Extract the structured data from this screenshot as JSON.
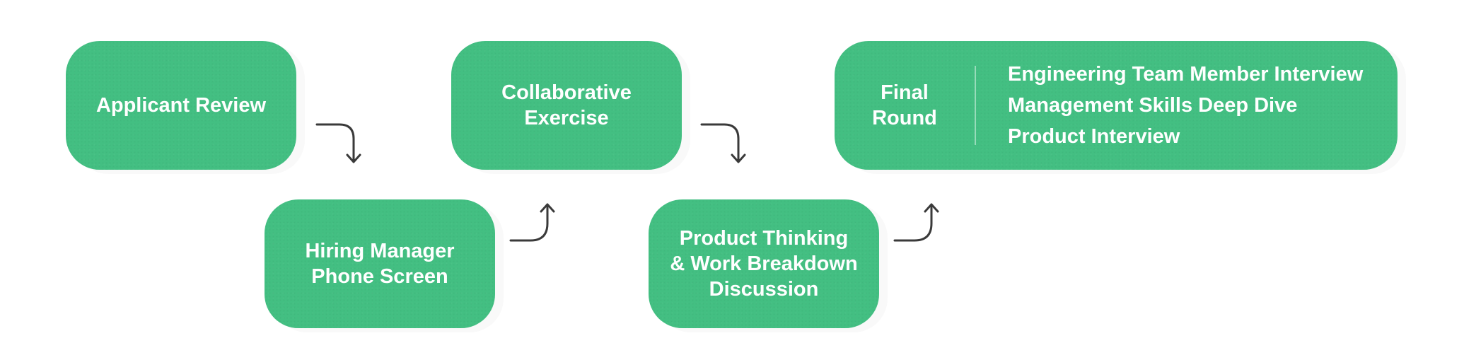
{
  "steps": {
    "applicant_review": "Applicant Review",
    "hiring_manager": "Hiring Manager\nPhone Screen",
    "collaborative": "Collaborative\nExercise",
    "product_thinking": "Product Thinking\n& Work Breakdown\nDiscussion",
    "final_round": {
      "title": "Final\nRound",
      "items": [
        "Engineering Team Member Interview",
        "Management Skills Deep Dive",
        "Product Interview"
      ]
    }
  },
  "colors": {
    "box": "#43bf82",
    "text": "#ffffff",
    "arrow": "#3a3a3a"
  },
  "icons": {
    "down_arrow": "curved-arrow-down-icon",
    "up_arrow": "curved-arrow-up-icon"
  }
}
